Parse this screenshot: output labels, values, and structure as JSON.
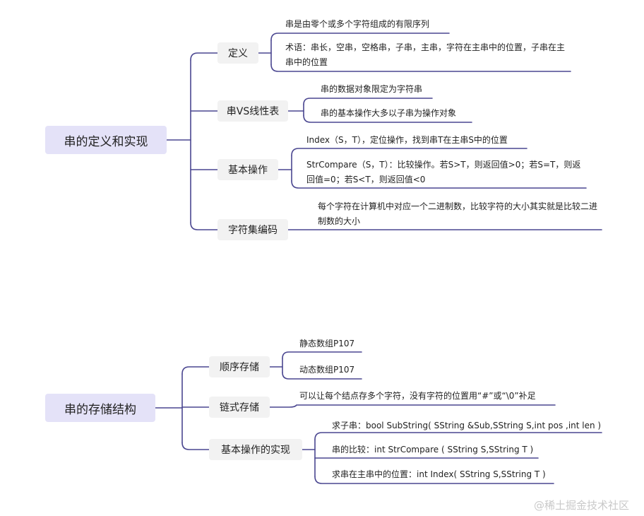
{
  "map1": {
    "root": "串的定义和实现",
    "branches": [
      {
        "label": "定义",
        "leaves": [
          "串是由零个或多个字符组成的有限序列",
          "术语：串长，空串，空格串，子串，主串，字符在主串中的位置，子串在主串中的位置"
        ]
      },
      {
        "label": "串VS线性表",
        "leaves": [
          "串的数据对象限定为字符串",
          "串的基本操作大多以子串为操作对象"
        ]
      },
      {
        "label": "基本操作",
        "leaves": [
          "Index（S，T），定位操作，找到串T在主串S中的位置",
          "StrCompare（S，T）：比较操作。若S>T，则返回值>0；若S=T，则返回值=0；若S<T，则返回值<0"
        ]
      },
      {
        "label": "字符集编码",
        "leaves": [
          "每个字符在计算机中对应一个二进制数，比较字符的大小其实就是比较二进制数的大小"
        ]
      }
    ]
  },
  "map2": {
    "root": "串的存储结构",
    "branches": [
      {
        "label": "顺序存储",
        "leaves": [
          "静态数组P107",
          "动态数组P107"
        ]
      },
      {
        "label": "链式存储",
        "leaves": [
          "可以让每个结点存多个字符，没有字符的位置用“#”或“\\0”补足"
        ]
      },
      {
        "label": "基本操作的实现",
        "leaves": [
          "求子串：bool SubString( SString &Sub,SString S,int pos ,int len )",
          "串的比较：int StrCompare ( SString S,SString T )",
          "求串在主串中的位置：int Index( SString S,SString T )"
        ]
      }
    ]
  },
  "watermark": "@稀土掘金技术社区",
  "colors": {
    "line": "#4a4690",
    "root_bg": "#e4e2f8",
    "node_bg": "#f2f2f2"
  }
}
